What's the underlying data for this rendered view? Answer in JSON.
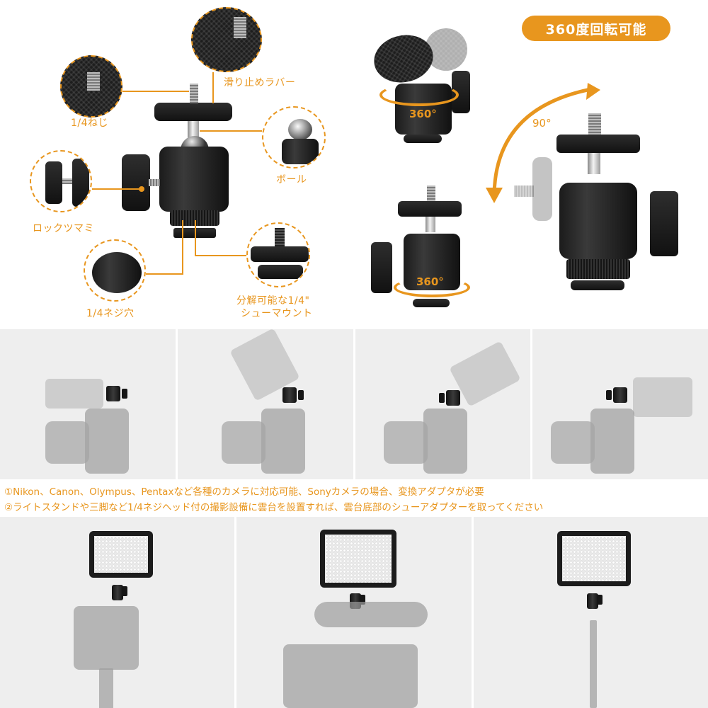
{
  "diagram": {
    "labels": {
      "thread": "1/4ねじ",
      "rubber": "滑り止めラバー",
      "ball": "ボール",
      "lock_knob": "ロックツマミ",
      "thread_hole": "1/4ネジ穴",
      "shoe_line1": "分解可能な1/4\"",
      "shoe_line2": "シューマウント"
    },
    "rotation": {
      "badge": "360度回転可能",
      "top_rotation": "360°",
      "bottom_rotation": "360°",
      "tilt": "90°"
    }
  },
  "notes": [
    "①Nikon、Canon、Olympus、Pentaxなど各種のカメラに対応可能、Sonyカメラの場合、変換アダプタが必要",
    "②ライトスタンドや三脚など1/4ネジヘッド付の撮影設備に雲台を設置すれば、雲台底部のシューアダプターを取ってください"
  ],
  "gallery_top": [
    {
      "scene": "camera-light-horizontal"
    },
    {
      "scene": "camera-light-tilted-up"
    },
    {
      "scene": "camera-light-tilted-forward"
    },
    {
      "scene": "camera-light-side"
    }
  ],
  "gallery_bottom": [
    {
      "scene": "led-on-dslr-tripod"
    },
    {
      "scene": "led-on-camcorder"
    },
    {
      "scene": "led-on-light-stand"
    }
  ],
  "colors": {
    "accent": "#E8961E",
    "panel_bg": "#EEEEEE"
  }
}
